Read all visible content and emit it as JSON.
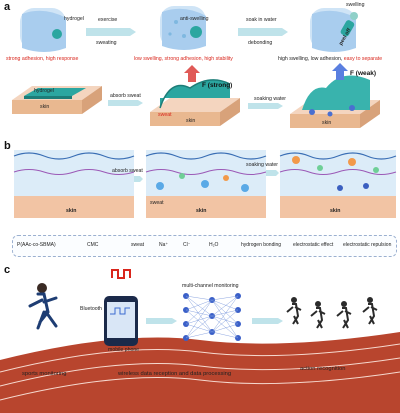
{
  "panels": {
    "a": "a",
    "b": "b",
    "c": "c"
  },
  "panel_a": {
    "top_labels": {
      "hydrogel": "hydrogel",
      "exercise": "exercise",
      "sweating": "sweating",
      "anti_swelling": "anti-swelling",
      "soak_in_water": "soak in water",
      "debonding": "debonding",
      "swelling": "swelling",
      "peel_off": "peel off"
    },
    "captions": {
      "left": "strong adhesion, high response",
      "middle": "low swelling, strong adhesion, high stability",
      "right_black": "high swelling, low adhesion, ",
      "right_red": "easy to separate"
    },
    "lower": {
      "hydrogel": "hydrogel",
      "skin1": "skin",
      "absorb_sweat": "absorb sweat",
      "sweat": "sweat",
      "skin2": "skin",
      "f_strong": "F (strong)",
      "soaking_water": "soaking water",
      "skin3": "skin",
      "f_weak": "F (weak)"
    }
  },
  "panel_b": {
    "skin1": "skin",
    "skin2": "skin",
    "skin3": "skin",
    "sweat": "sweat",
    "absorb_sweat": "absorb sweat",
    "soaking_water": "soaking water",
    "legend": {
      "polymer": "P(AAc-co-SBMA)",
      "cmc": "CMC",
      "sweat": "sweat",
      "na": "Na⁺",
      "cl": "Cl⁻",
      "h2o": "H₂O",
      "hbond": "hydrogen bonding",
      "electrostatic_effect": "electrostatic effect",
      "electrostatic_repulsion": "electrostatic repulsion"
    }
  },
  "panel_c": {
    "bluetooth": "Bluetooth",
    "mobile_phone": "mobile phone",
    "multi_channel": "multi-channel monitoring",
    "sports_monitoring": "sports monitoring",
    "wireless": "wireless data reception and data processing",
    "action_recognition": "action recognition"
  },
  "colors": {
    "red_text": "#d9261c",
    "hydrogel": "#2ba6a0",
    "skin": "#e9b890",
    "arrow": "#bfe3ea",
    "track": "#b8452e"
  }
}
